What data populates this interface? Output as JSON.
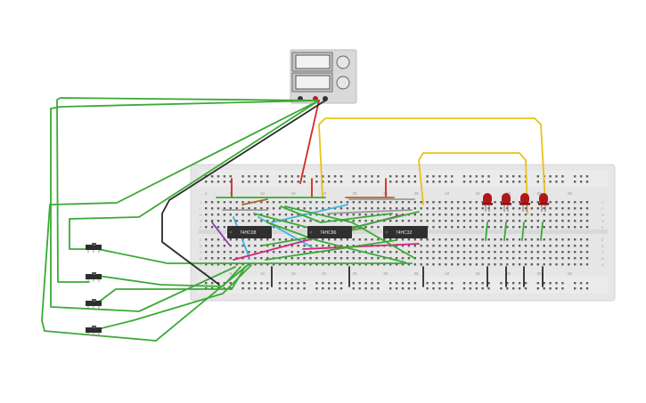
{
  "power_supply": {
    "name": "power-supply",
    "display_count": 2
  },
  "breadboard": {
    "column_numbers": [
      "1",
      "5",
      "10",
      "15",
      "20",
      "25",
      "30",
      "35",
      "40",
      "45",
      "50",
      "55",
      "60"
    ],
    "row_letters_top": [
      "J",
      "I",
      "H",
      "G",
      "F"
    ],
    "row_letters_bottom": [
      "E",
      "D",
      "C",
      "B",
      "A"
    ]
  },
  "chips": [
    {
      "id": "chip-1",
      "label": "74HC08"
    },
    {
      "id": "chip-2",
      "label": "74HC86"
    },
    {
      "id": "chip-3",
      "label": "74HC32"
    }
  ],
  "leds": {
    "count": 4,
    "color": "#b01818"
  },
  "switches": {
    "count": 4
  },
  "wire_colors": {
    "green": "#3aaa35",
    "red": "#d42a1c",
    "black": "#2a2a2a",
    "yellow": "#e8c21a",
    "purple": "#8e3fa8",
    "magenta": "#d6247a",
    "cyan": "#3fb3d8",
    "brown": "#b5652a",
    "gray": "#9a9a9a"
  }
}
